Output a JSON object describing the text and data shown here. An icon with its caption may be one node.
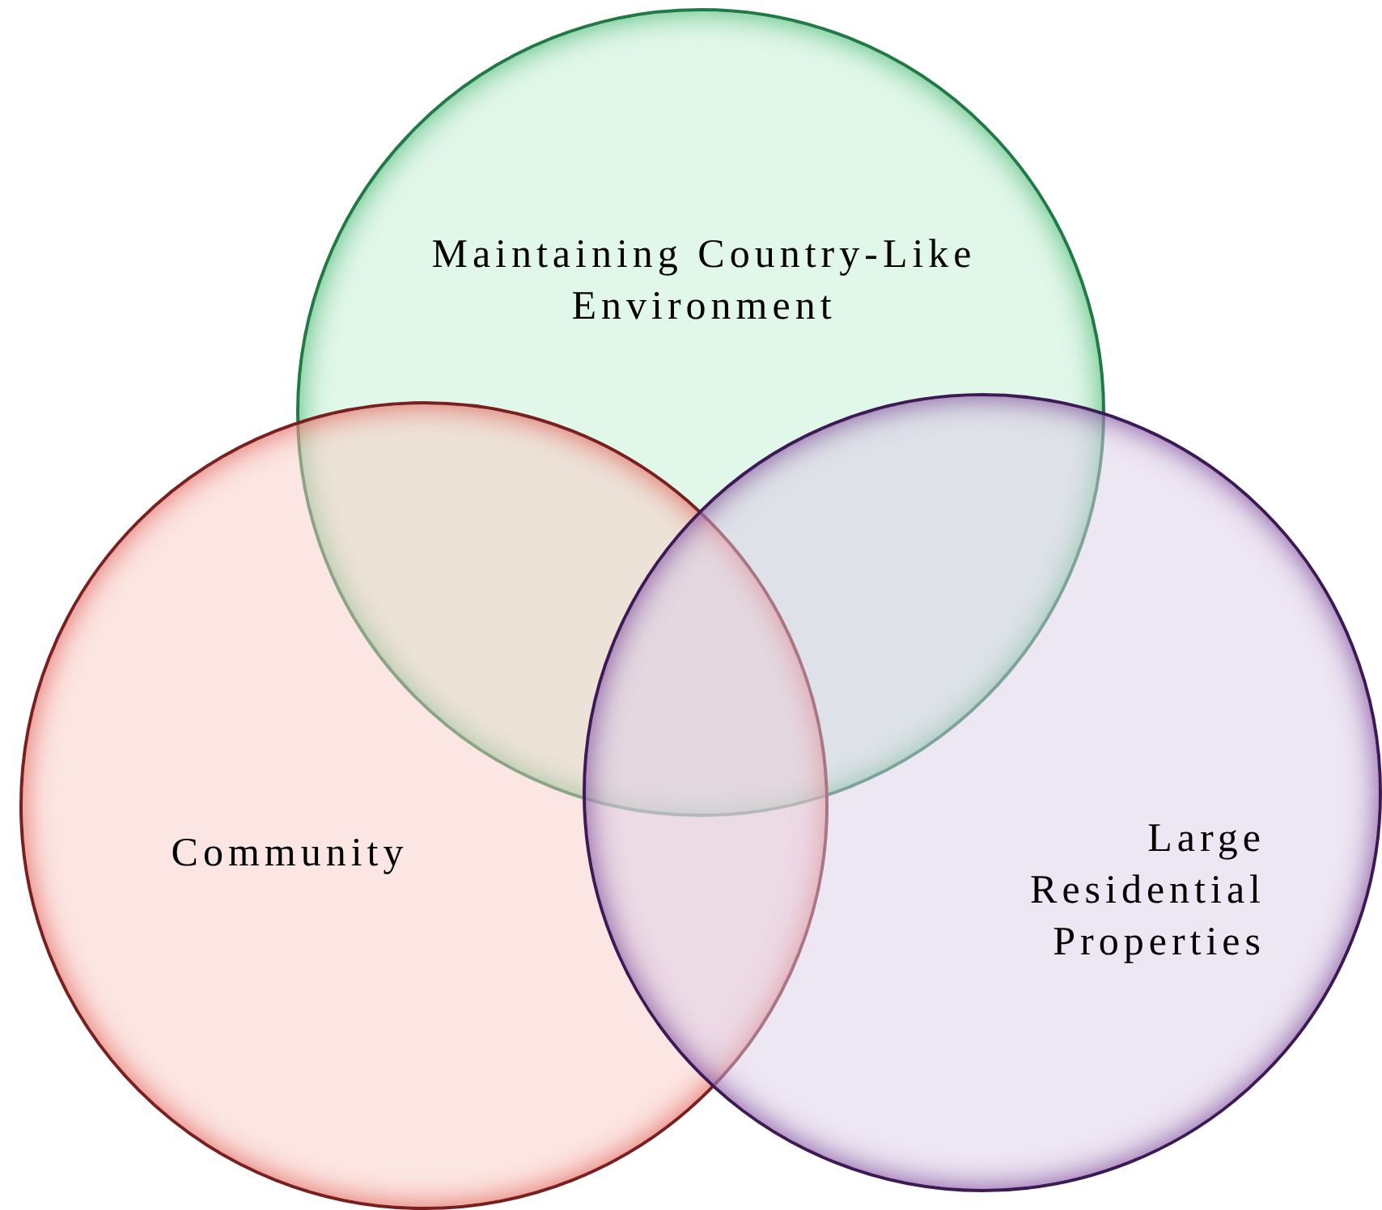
{
  "diagram": {
    "nodes": [
      {
        "text": [
          "Maintaining Country-Like Environment"
        ]
      },
      {
        "text": [
          "Community"
        ]
      },
      {
        "text": [
          "Large Residential Properties"
        ]
      }
    ]
  }
}
